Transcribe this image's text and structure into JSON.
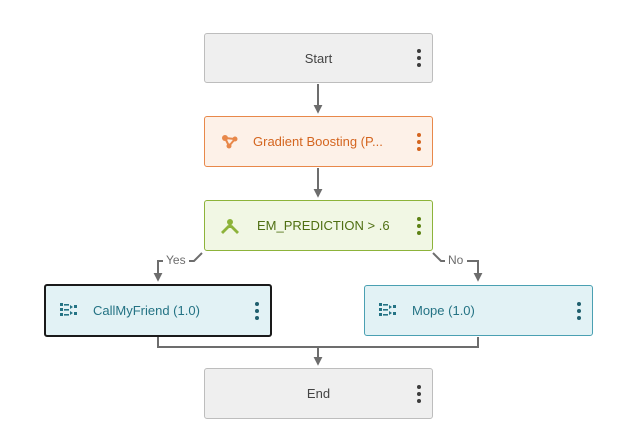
{
  "diagram": {
    "nodes": {
      "start": {
        "label": "Start"
      },
      "gradient_boosting": {
        "label": "Gradient Boosting (P..."
      },
      "condition": {
        "label": "EM_PREDICTION > .6"
      },
      "call_my_friend": {
        "label": "CallMyFriend (1.0)"
      },
      "mope": {
        "label": "Mope (1.0)"
      },
      "end": {
        "label": "End"
      }
    },
    "edges": {
      "yes_label": "Yes",
      "no_label": "No"
    },
    "colors": {
      "connector": "#6d6d6d",
      "gradient_accent": "#e8884a",
      "condition_accent": "#8db33a",
      "rule_accent": "#4aa0b2"
    },
    "icons": {
      "gradient_boosting": "model-nodes-icon",
      "condition": "branch-icon",
      "rule_set": "rule-set-icon",
      "menu": "vertical-dots-icon"
    }
  }
}
